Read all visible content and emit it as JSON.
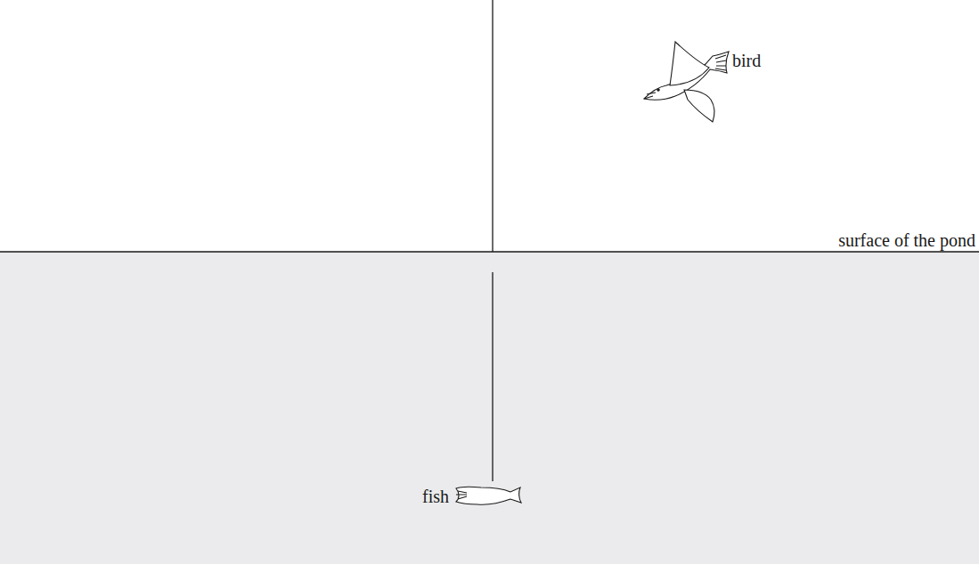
{
  "diagram": {
    "labels": [
      "bird",
      "surface of the pond",
      "fish"
    ]
  }
}
